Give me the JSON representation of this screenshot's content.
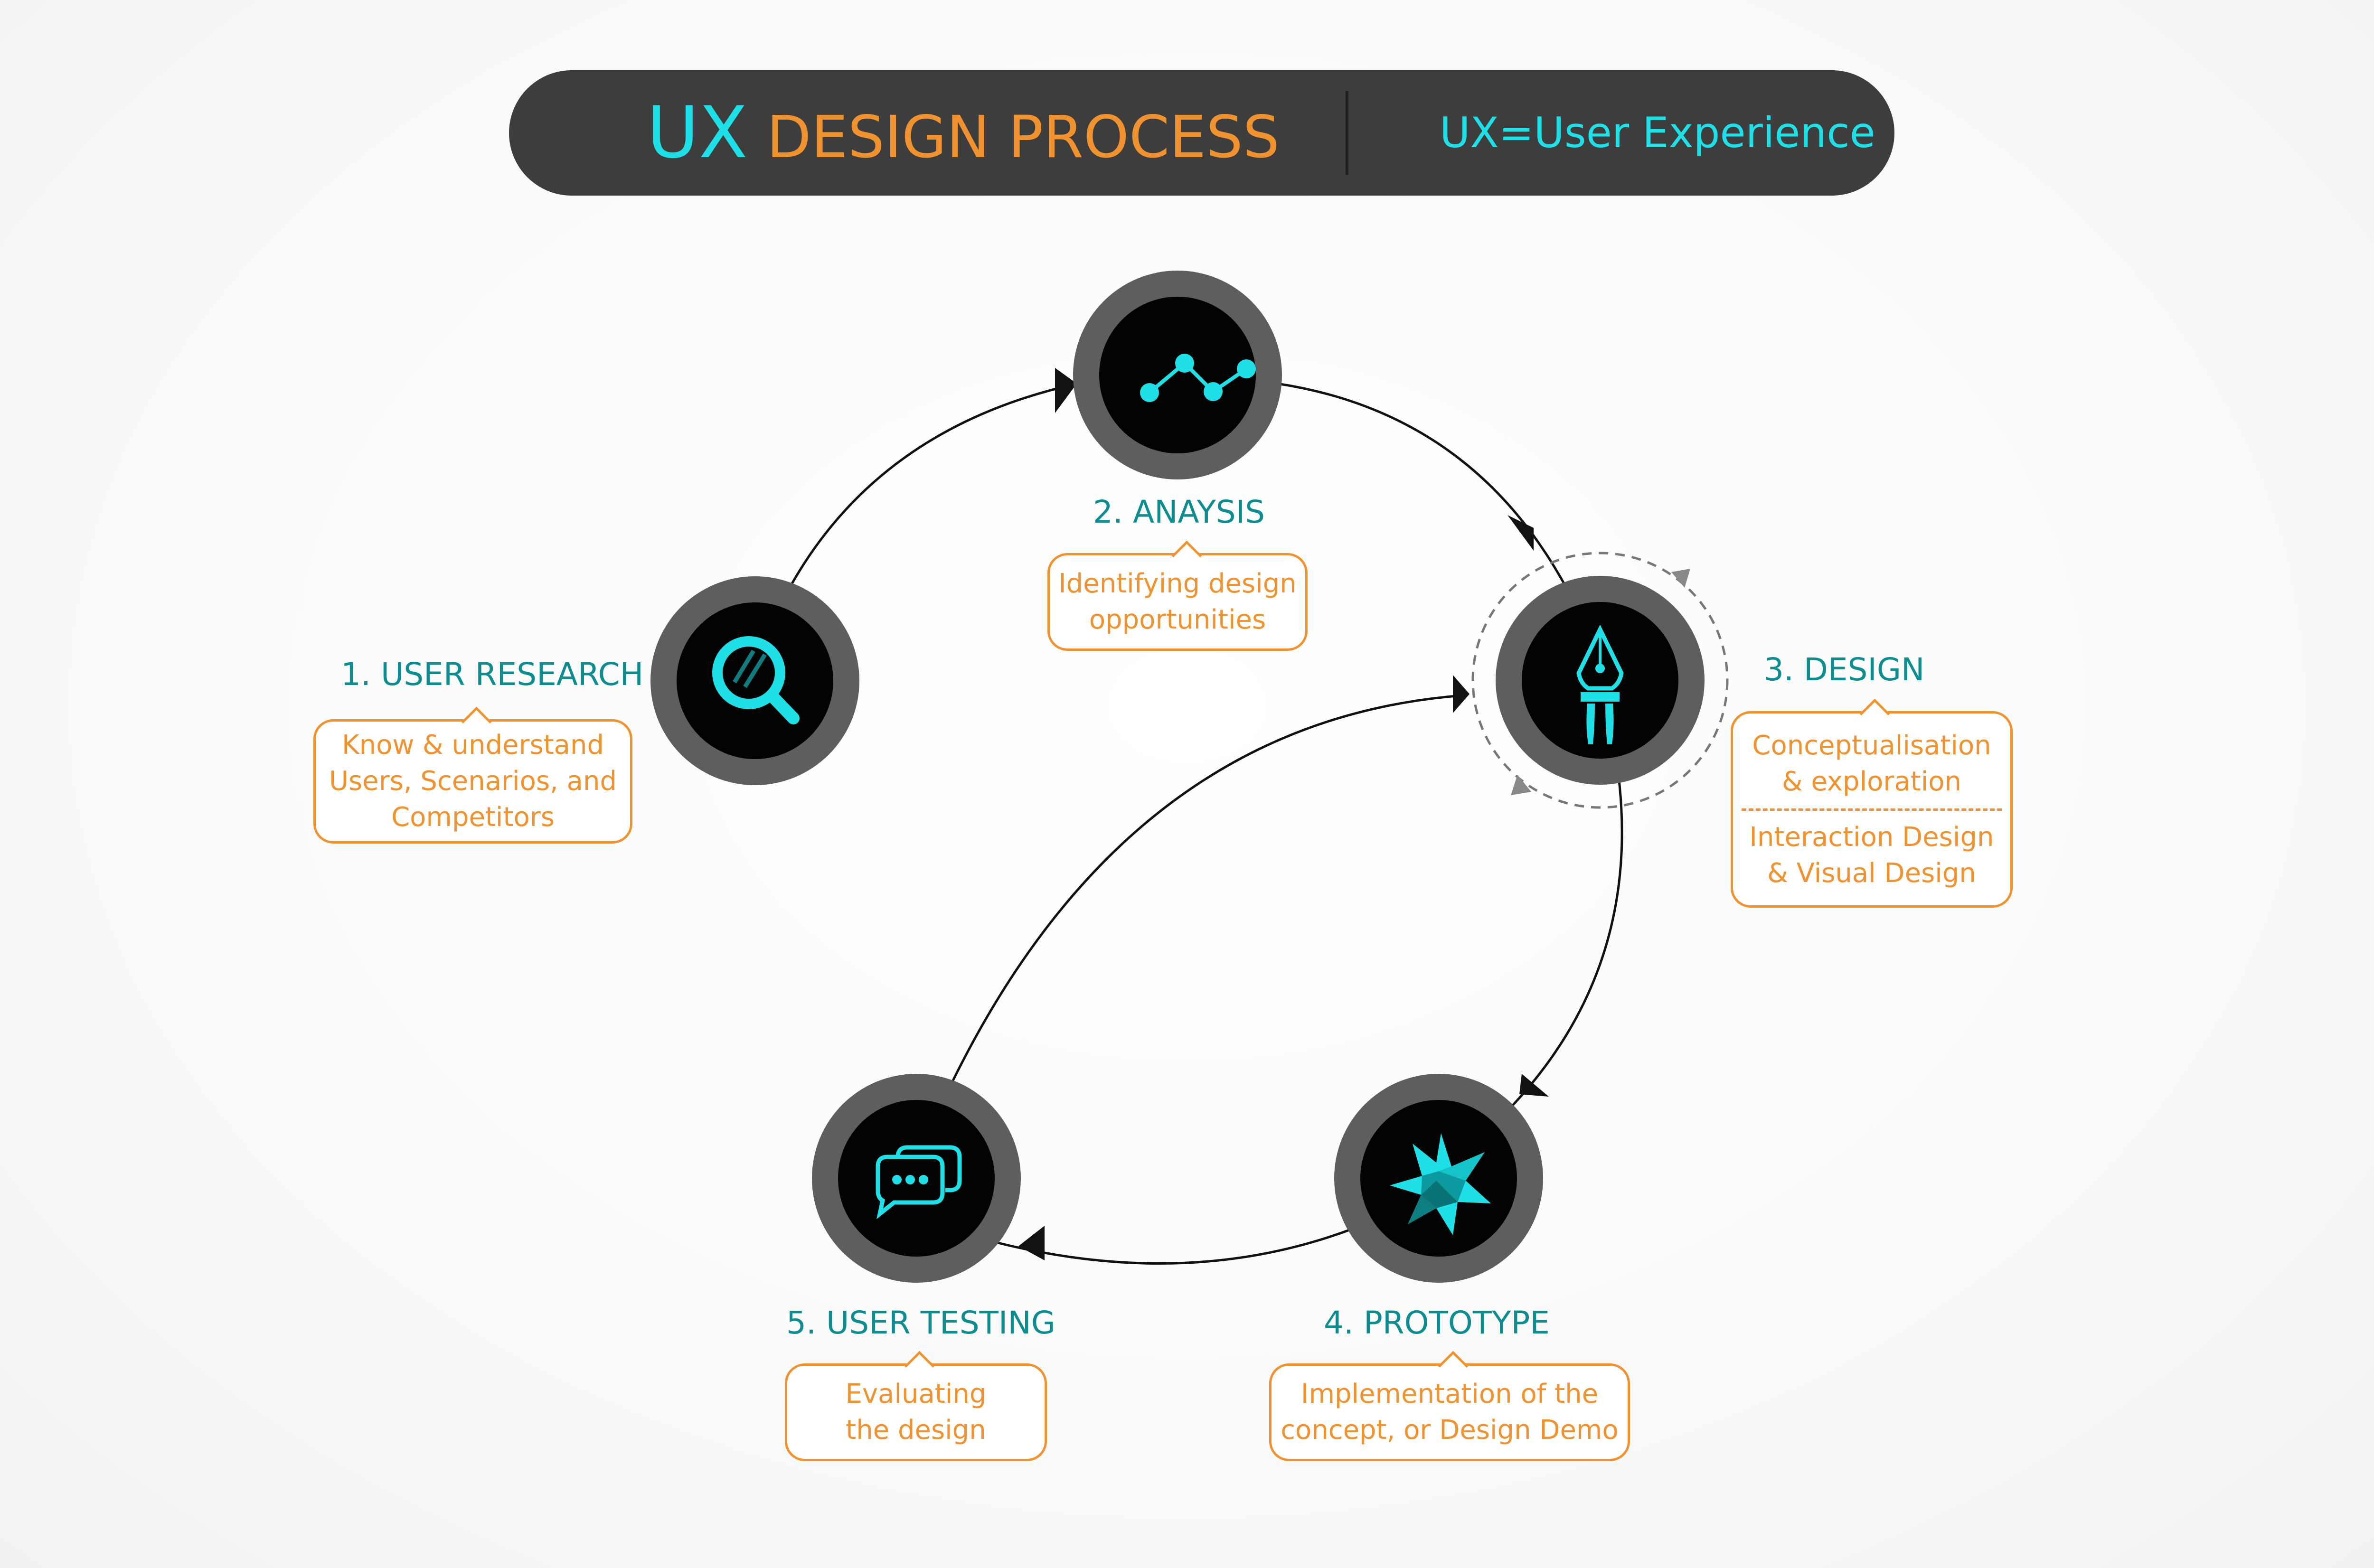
{
  "header": {
    "title_ux": "UX",
    "title_rest": "DESIGN PROCESS",
    "subtitle": "UX=User Experience"
  },
  "colors": {
    "cyan": "#1ee0e6",
    "orange": "#f0922f",
    "teal_label": "#0e8d91",
    "bar": "#3d3d3d",
    "ring": "#5e5e5e",
    "node": "#020202"
  },
  "steps": [
    {
      "label": "1. USER RESEARCH",
      "icon": "magnifier-icon",
      "lines": [
        "Know & understand",
        "Users, Scenarios, and",
        "Competitors"
      ]
    },
    {
      "label": "2. ANAYSIS",
      "icon": "line-graph-icon",
      "lines": [
        "Identifying design",
        "opportunities"
      ]
    },
    {
      "label": "3. DESIGN",
      "icon": "pen-nib-icon",
      "lines": [
        "Conceptualisation",
        "& exploration"
      ],
      "lines2": [
        "Interaction Design",
        "& Visual Design"
      ]
    },
    {
      "label": "4. PROTOTYPE",
      "icon": "star-burst-icon",
      "lines": [
        "Implementation of the",
        "concept, or Design Demo"
      ]
    },
    {
      "label": "5. USER TESTING",
      "icon": "chat-bubbles-icon",
      "lines": [
        "Evaluating",
        "the design"
      ]
    }
  ]
}
